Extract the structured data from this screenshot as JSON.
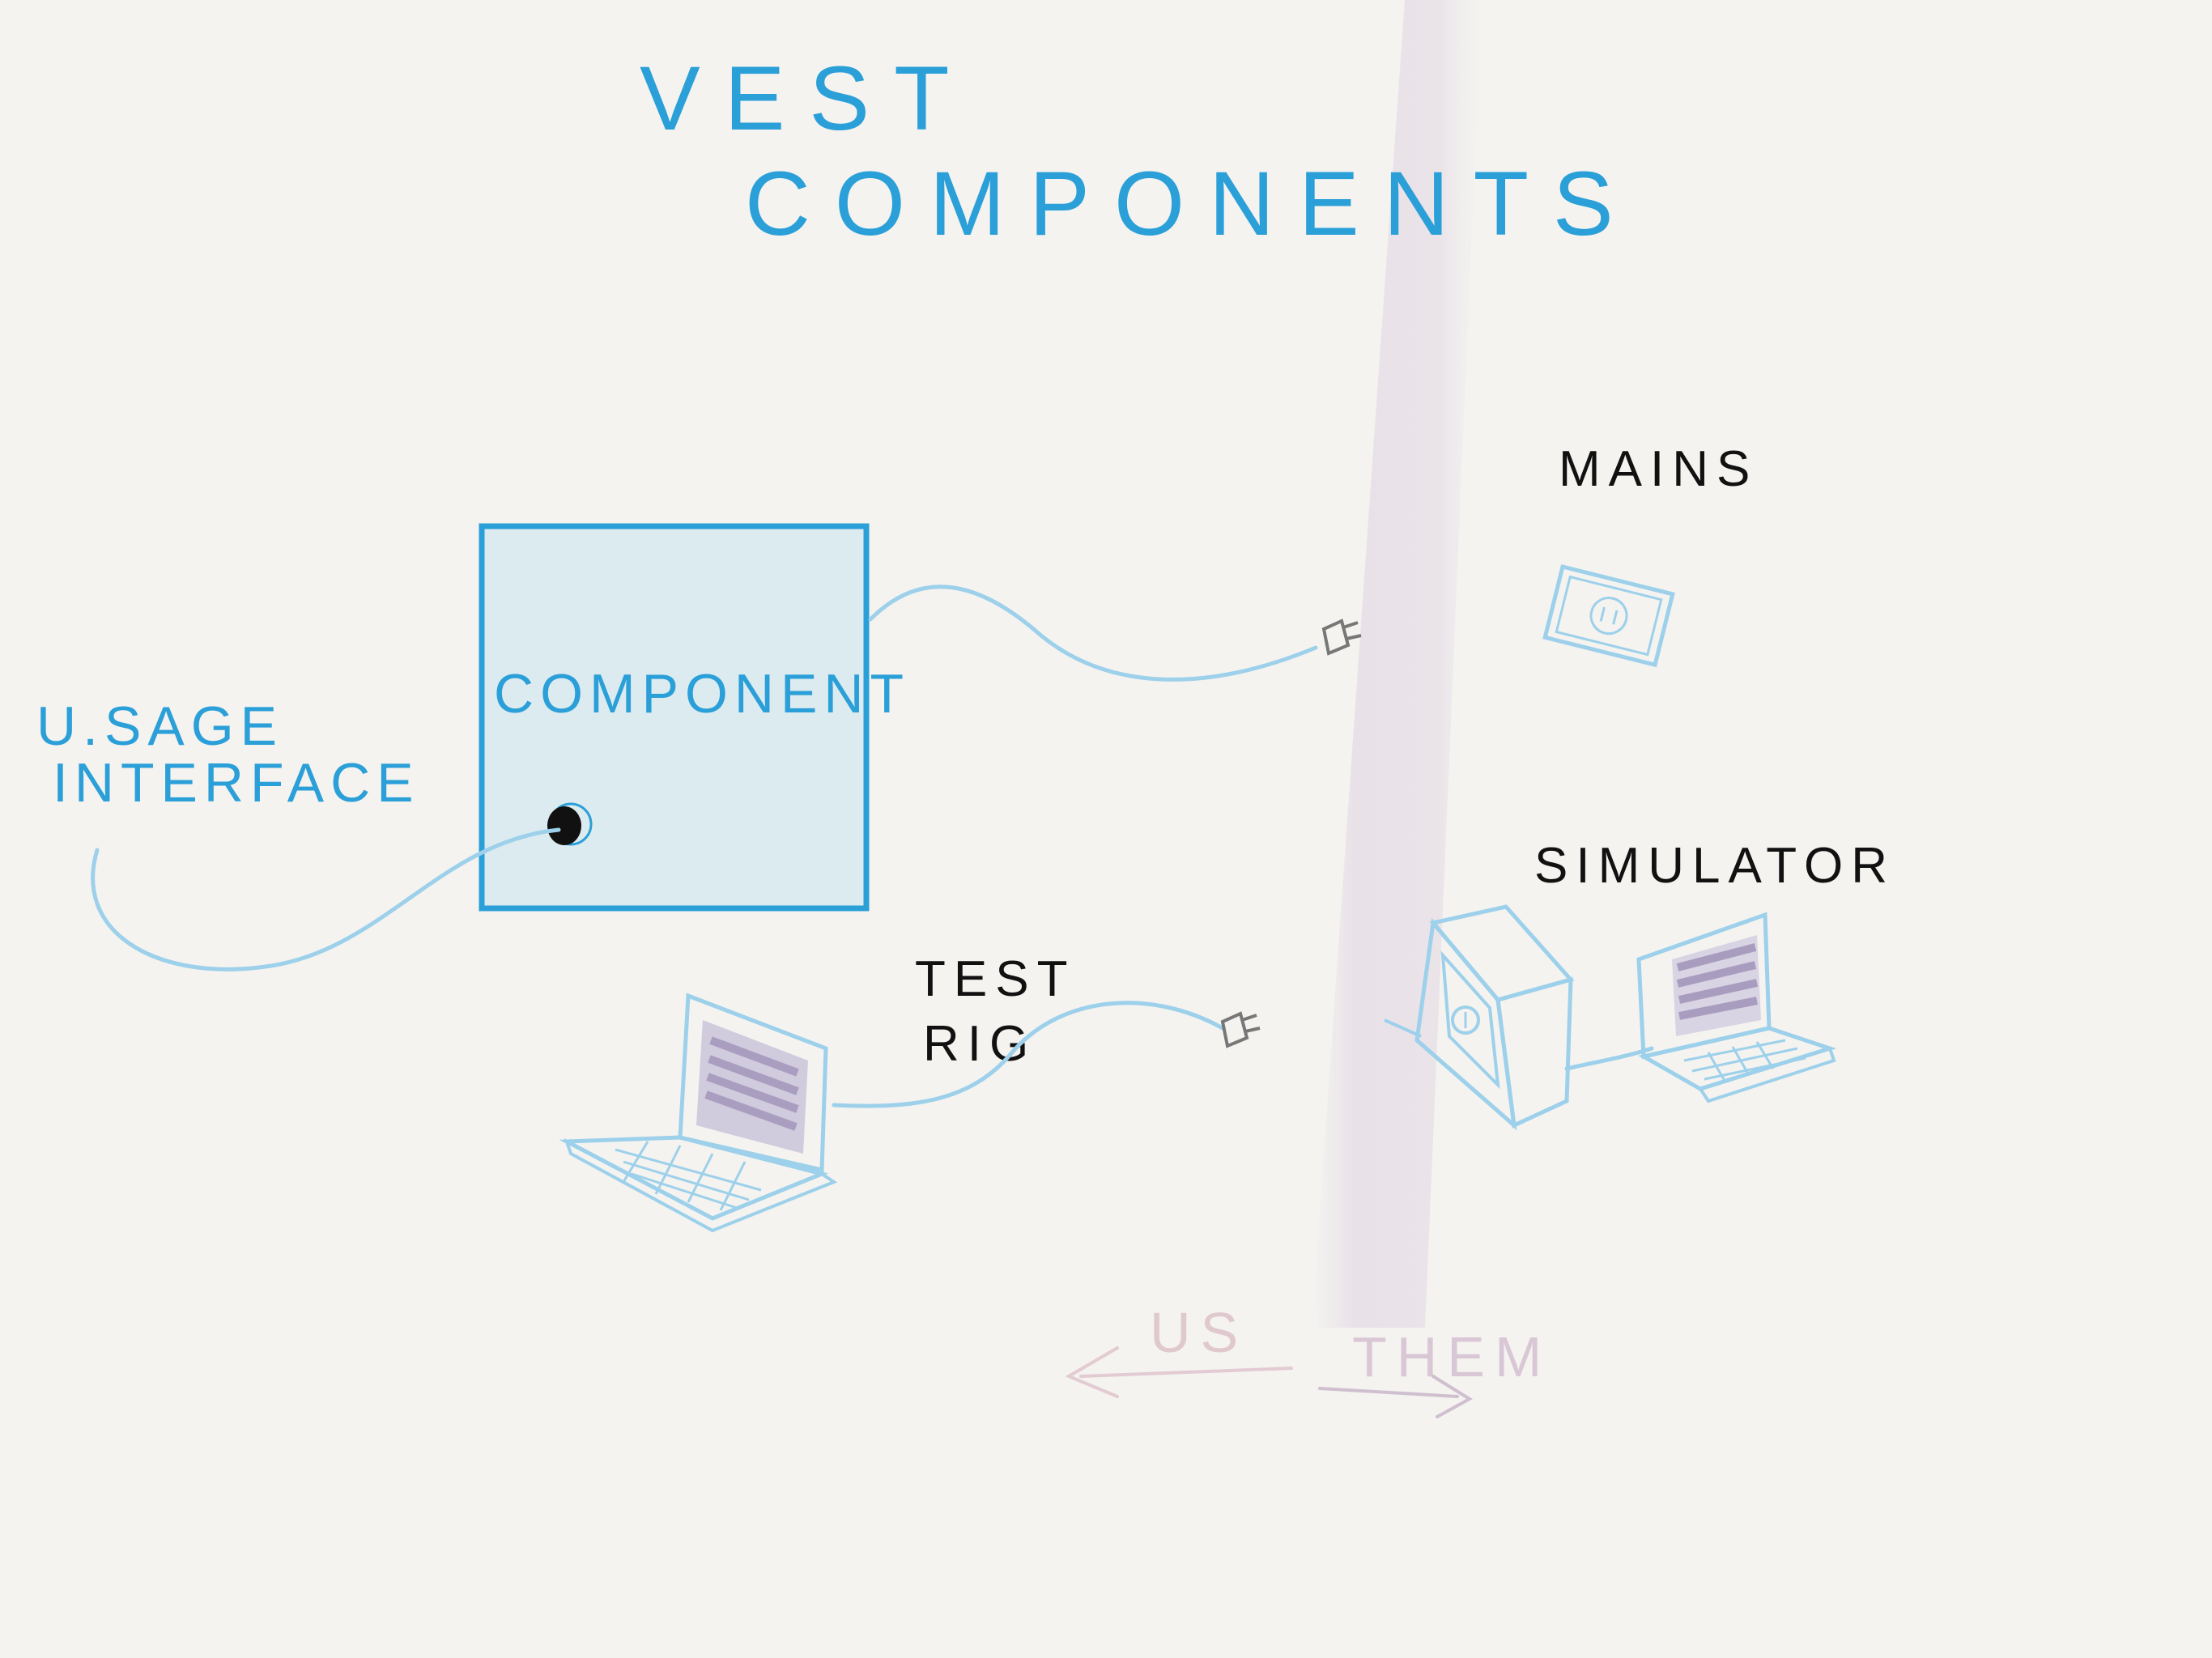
{
  "title": {
    "line1": "VEST",
    "line2": "COMPONENTS"
  },
  "component": {
    "label": "COMPONENT"
  },
  "usage_interface": {
    "line1": "U.SAGE",
    "line2": "INTERFACE"
  },
  "mains": {
    "label": "MAINS"
  },
  "test_rig": {
    "line1": "TEST",
    "line2": "RIG"
  },
  "simulator": {
    "label": "SIMULATOR"
  },
  "divider": {
    "left_label": "US",
    "right_label": "THEM"
  },
  "colors": {
    "ink_blue": "#2a9fd8",
    "box_fill": "#dcebf0",
    "light_blue": "#9dd0ea",
    "black": "#111111",
    "purple_shade": "#8a7aa8",
    "faint_pink": "#c9b8c4",
    "paper": "#f4f3f0"
  },
  "icons": [
    "plug-icon",
    "wall-socket-icon",
    "laptop-icon",
    "server-box-icon",
    "port-dot-icon",
    "left-arrow-icon",
    "right-arrow-icon"
  ]
}
